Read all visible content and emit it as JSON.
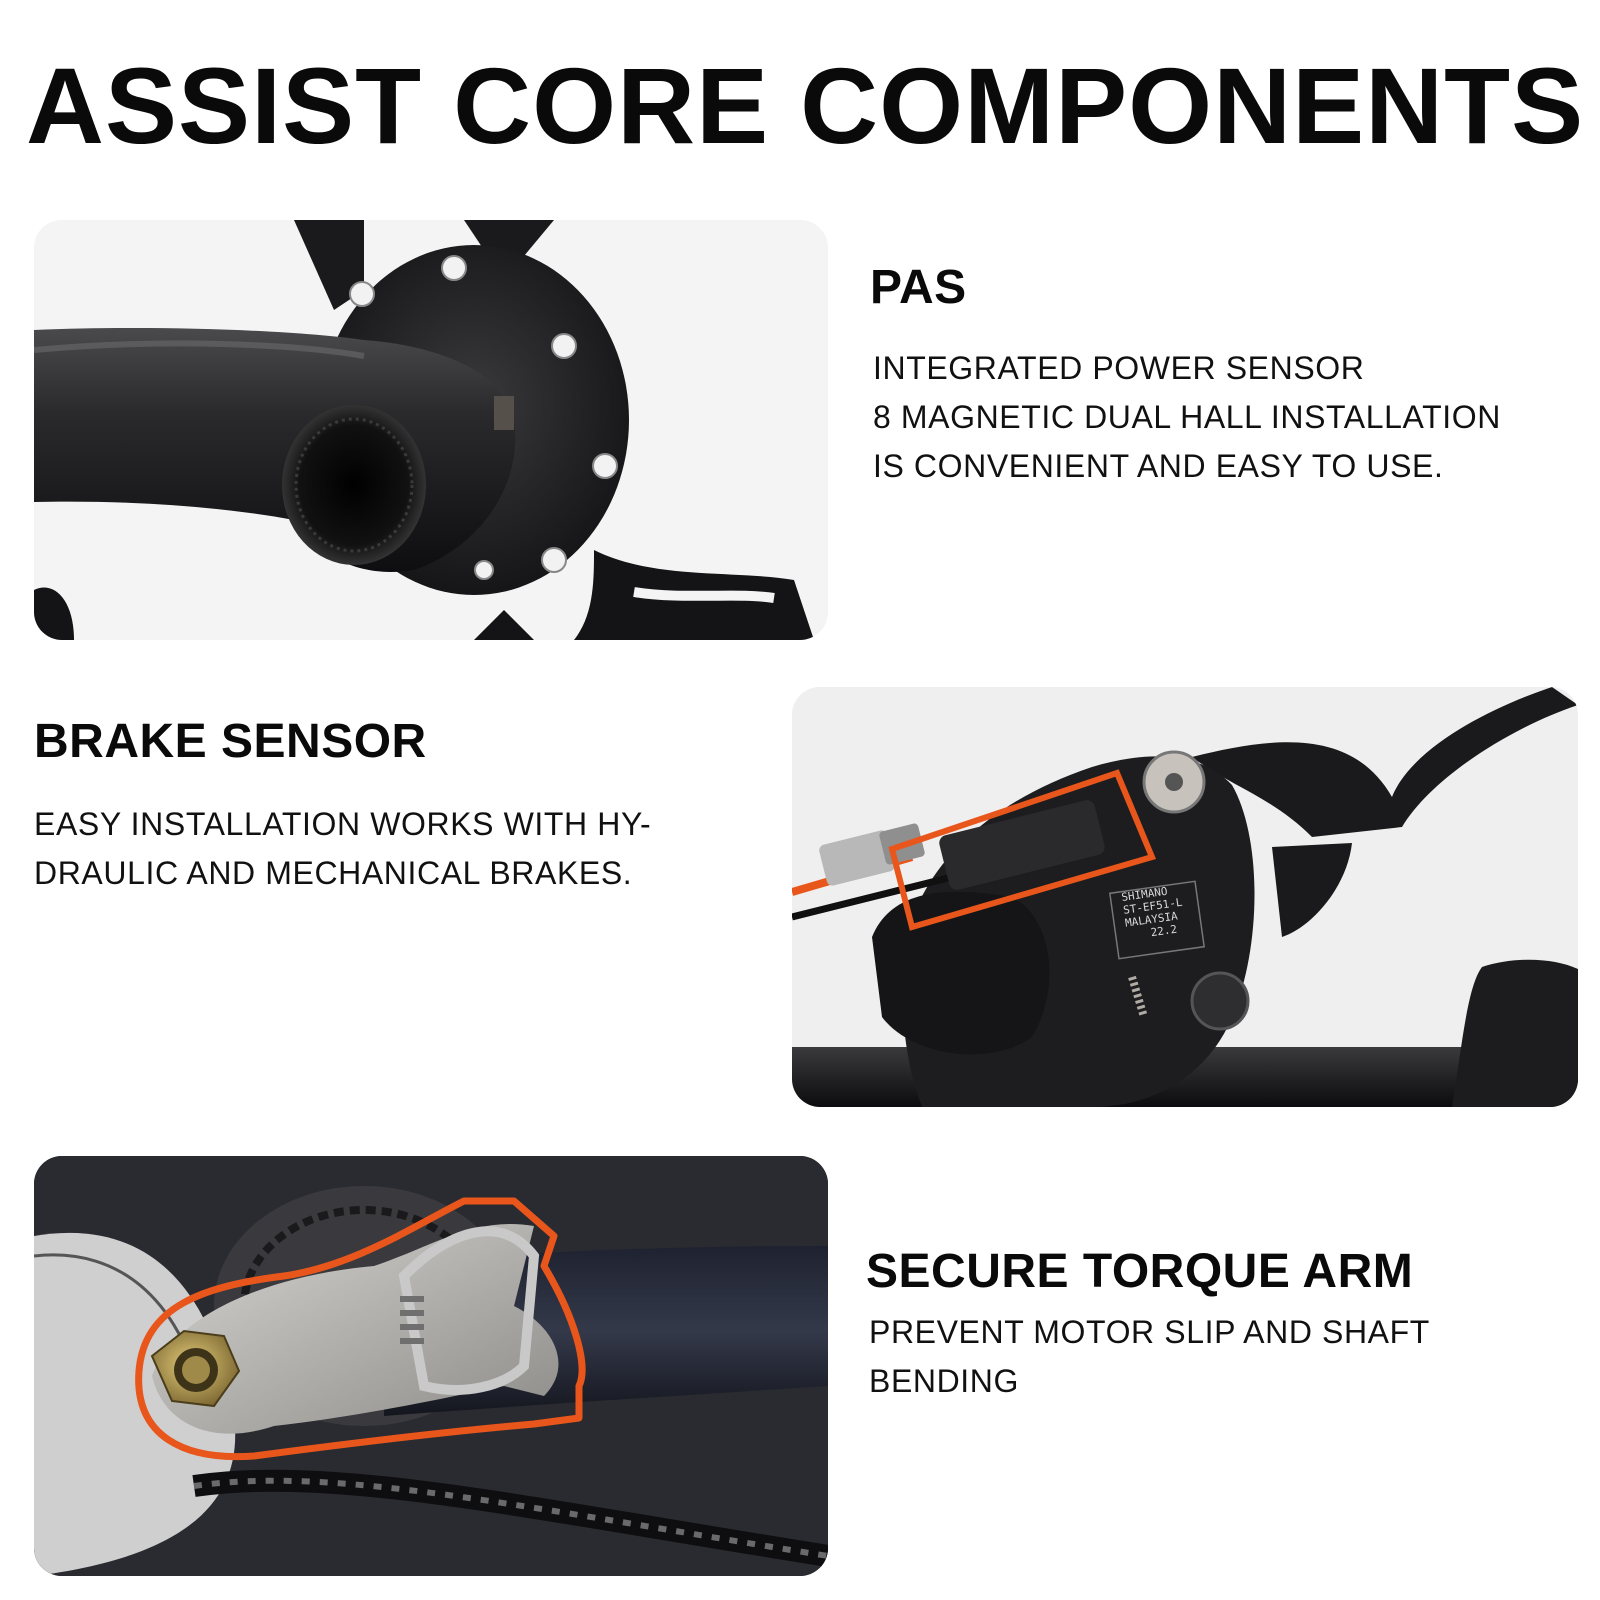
{
  "title": "ASSIST CORE COMPONENTS",
  "sections": [
    {
      "heading": "PAS",
      "description": "INTEGRATED POWER SENSOR\n8 MAGNETIC DUAL HALL INSTALLATION\nIS CONVENIENT AND EASY TO USE."
    },
    {
      "heading": "BRAKE SENSOR",
      "description": "EASY INSTALLATION WORKS WITH HY-\nDRAULIC AND MECHANICAL BRAKES.",
      "photo_text": "SHIMANO\nST-EF51-L\nMALAYSIA\n22.2"
    },
    {
      "heading": "SECURE TORQUE ARM",
      "description": "PREVENT MOTOR SLIP AND SHAFT\nBENDING"
    }
  ],
  "colors": {
    "highlight": "#e8561c",
    "metal_dark": "#1c1c1e",
    "background": "#ffffff"
  }
}
